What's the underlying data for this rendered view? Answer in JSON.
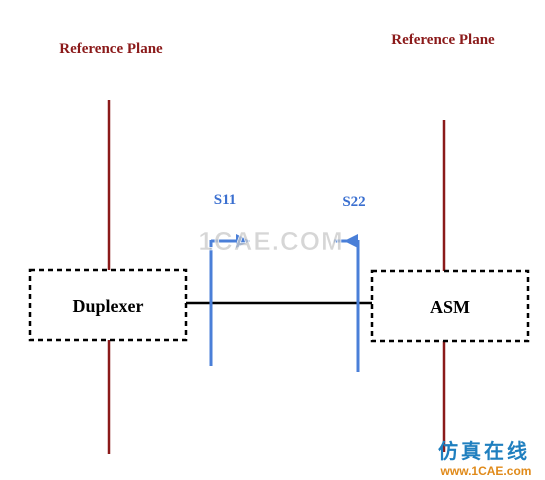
{
  "reference_planes": {
    "left_label": "Reference Plane",
    "right_label": "Reference Plane"
  },
  "ports": {
    "s11": "S11",
    "s22": "S22"
  },
  "blocks": {
    "left": "Duplexer",
    "right": "ASM"
  },
  "watermark": {
    "center": "1CAE.COM",
    "corner_cn": "仿真在线",
    "corner_url": "www.1CAE.com"
  },
  "colors": {
    "reference_plane": "#8b1a1a",
    "port_line": "#4a7fd8",
    "port_label": "#3a6fd0",
    "box_border": "#000000",
    "watermark_center": "#c8c8c8",
    "watermark_corner_cn": "#1f7fbf",
    "watermark_corner_url": "#e08a1a"
  }
}
